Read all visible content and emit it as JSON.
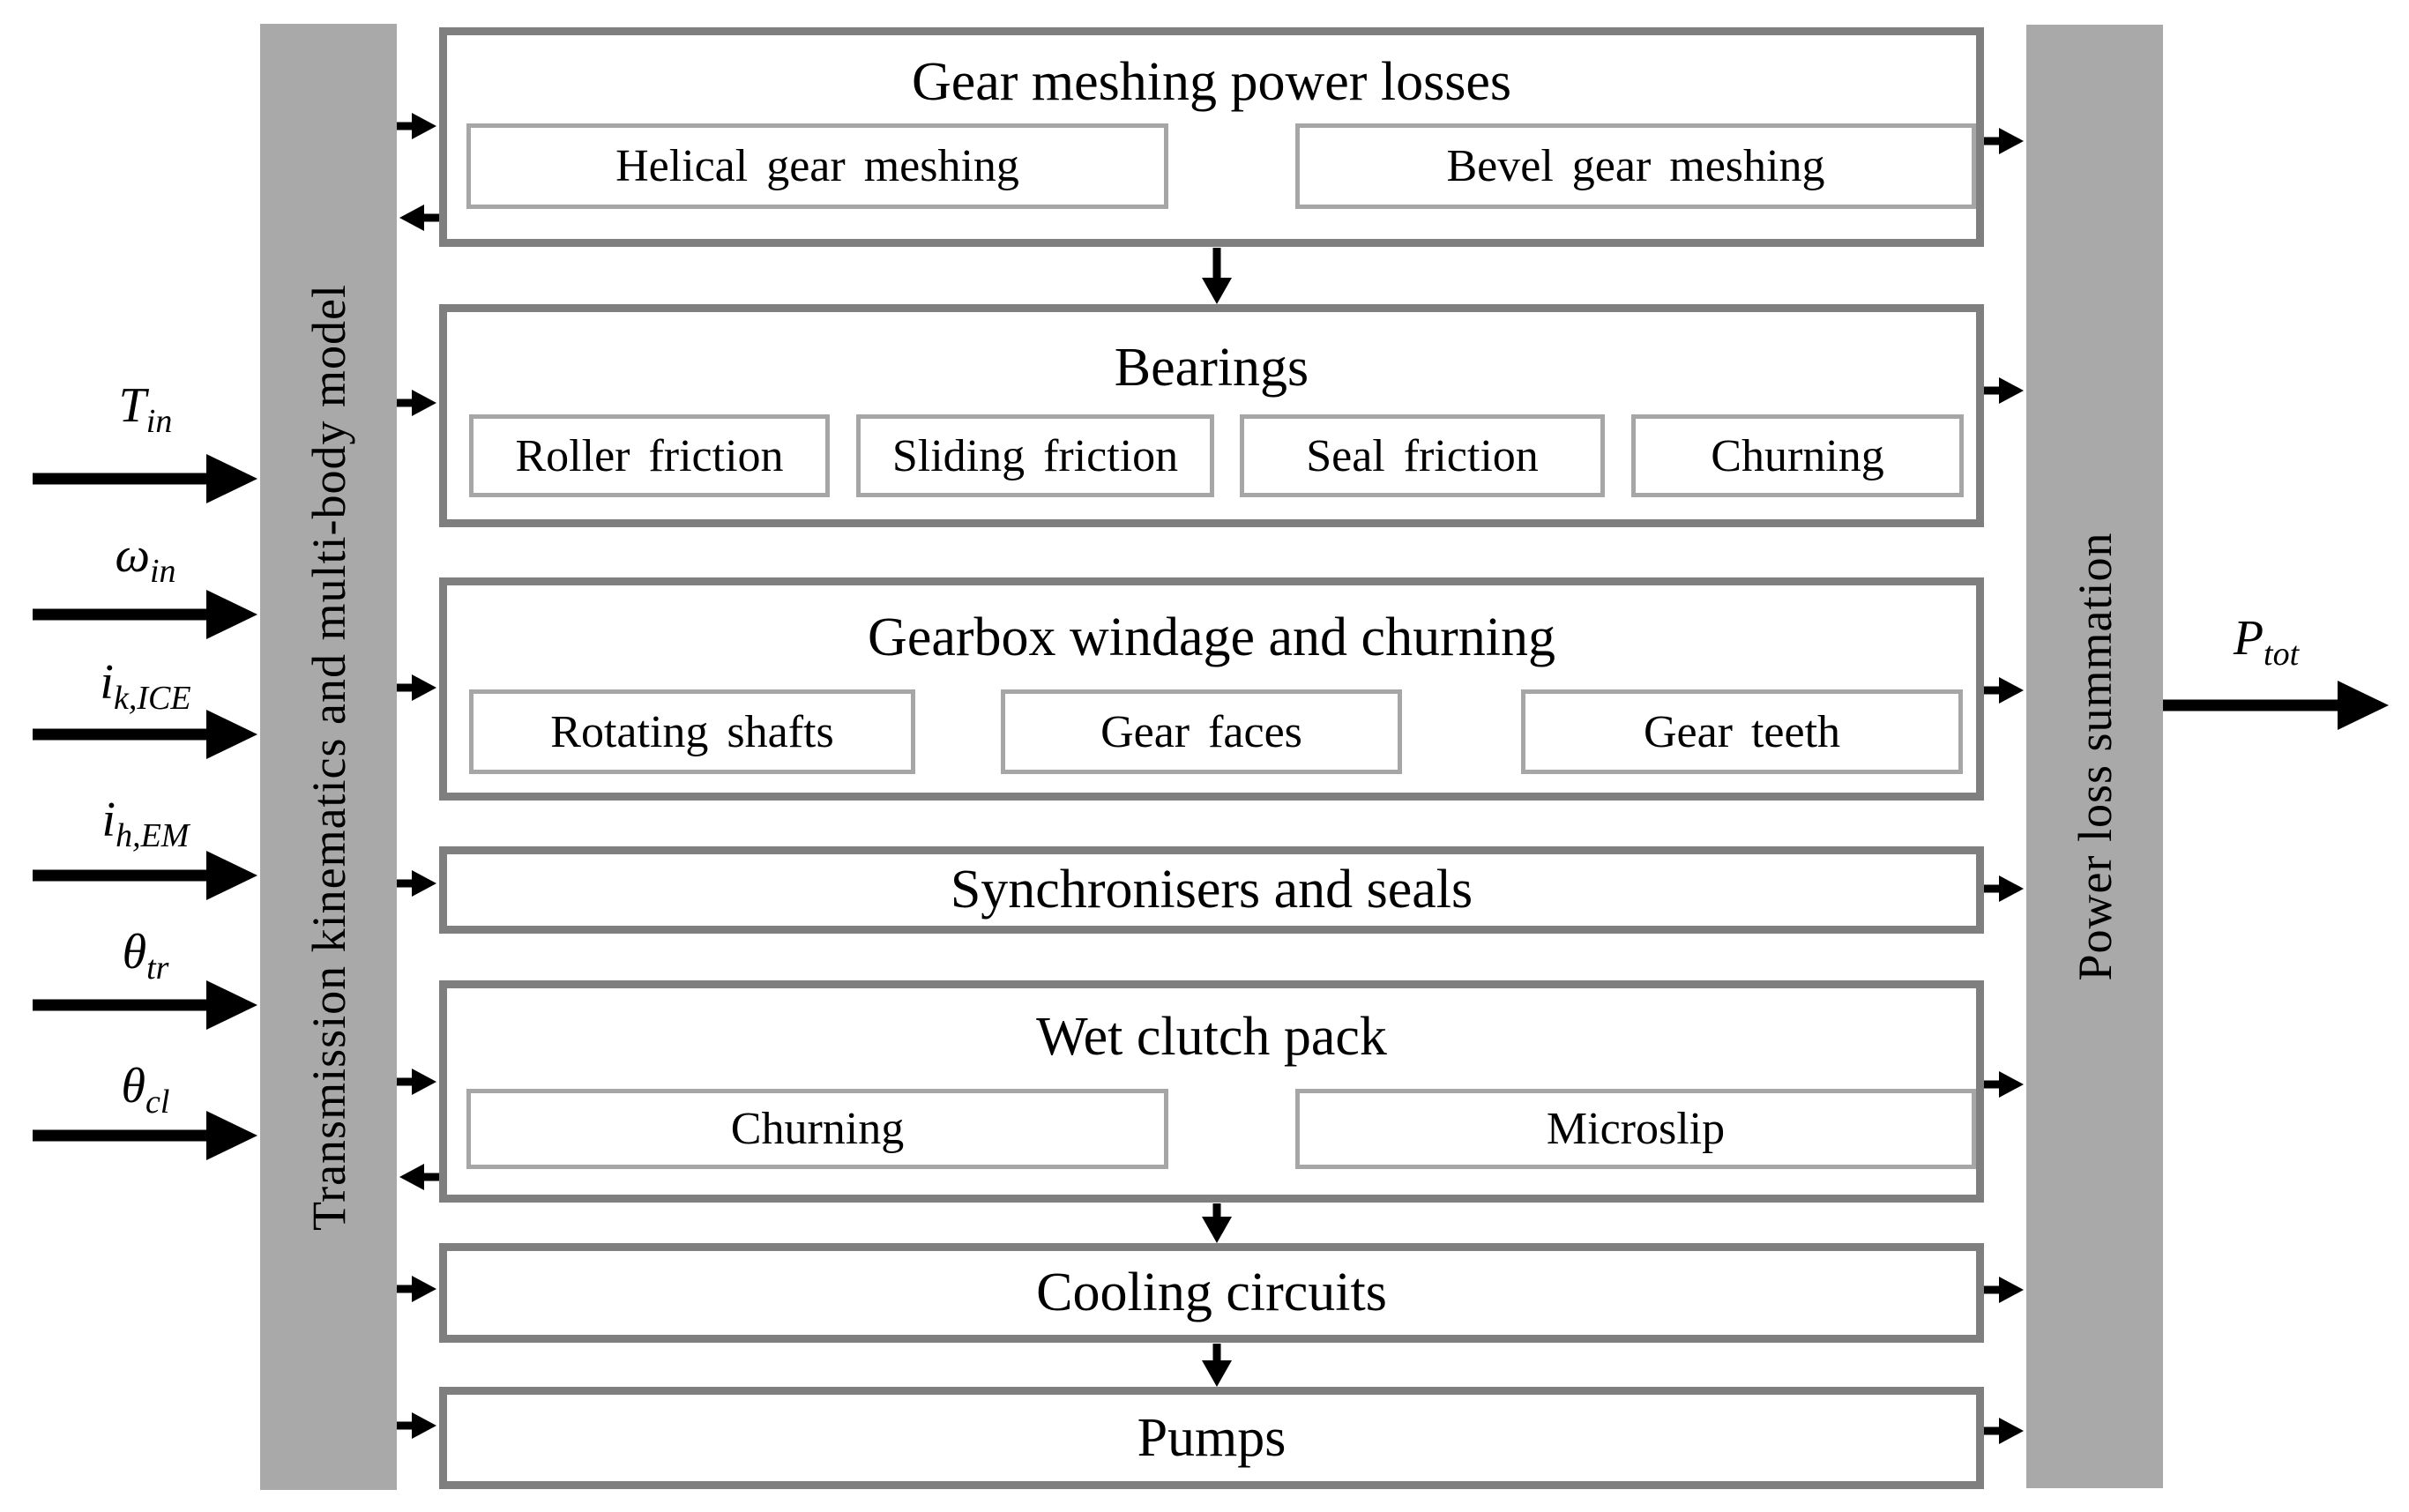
{
  "diagram": {
    "left_bar": {
      "label": "Transmission kinematics and multi-body model"
    },
    "right_bar": {
      "label": "Power loss summation"
    },
    "inputs": [
      {
        "main": "T",
        "sub": "in"
      },
      {
        "main": "ω",
        "sub": "in"
      },
      {
        "main": "i",
        "sub": "k,ICE"
      },
      {
        "main": "i",
        "sub": "h,EM"
      },
      {
        "main": "θ",
        "sub": "tr"
      },
      {
        "main": "θ",
        "sub": "cl"
      }
    ],
    "output": {
      "main": "P",
      "sub": "tot"
    },
    "rows": [
      {
        "title": "Gear meshing power losses",
        "subs": [
          "Helical gear meshing",
          "Bevel gear meshing"
        ]
      },
      {
        "title": "Bearings",
        "subs": [
          "Roller friction",
          "Sliding friction",
          "Seal friction",
          "Churning"
        ]
      },
      {
        "title": "Gearbox windage and churning",
        "subs": [
          "Rotating shafts",
          "Gear faces",
          "Gear teeth"
        ]
      },
      {
        "title": "Synchronisers and seals",
        "subs": []
      },
      {
        "title": "Wet clutch pack",
        "subs": [
          "Churning",
          "Microslip"
        ]
      },
      {
        "title": "Cooling circuits",
        "subs": []
      },
      {
        "title": "Pumps",
        "subs": []
      }
    ],
    "colors": {
      "bar": "#a9a9a9",
      "box_border": "#7f7f7f",
      "sub_border": "#a6a6a6",
      "arrow": "#000000"
    }
  }
}
